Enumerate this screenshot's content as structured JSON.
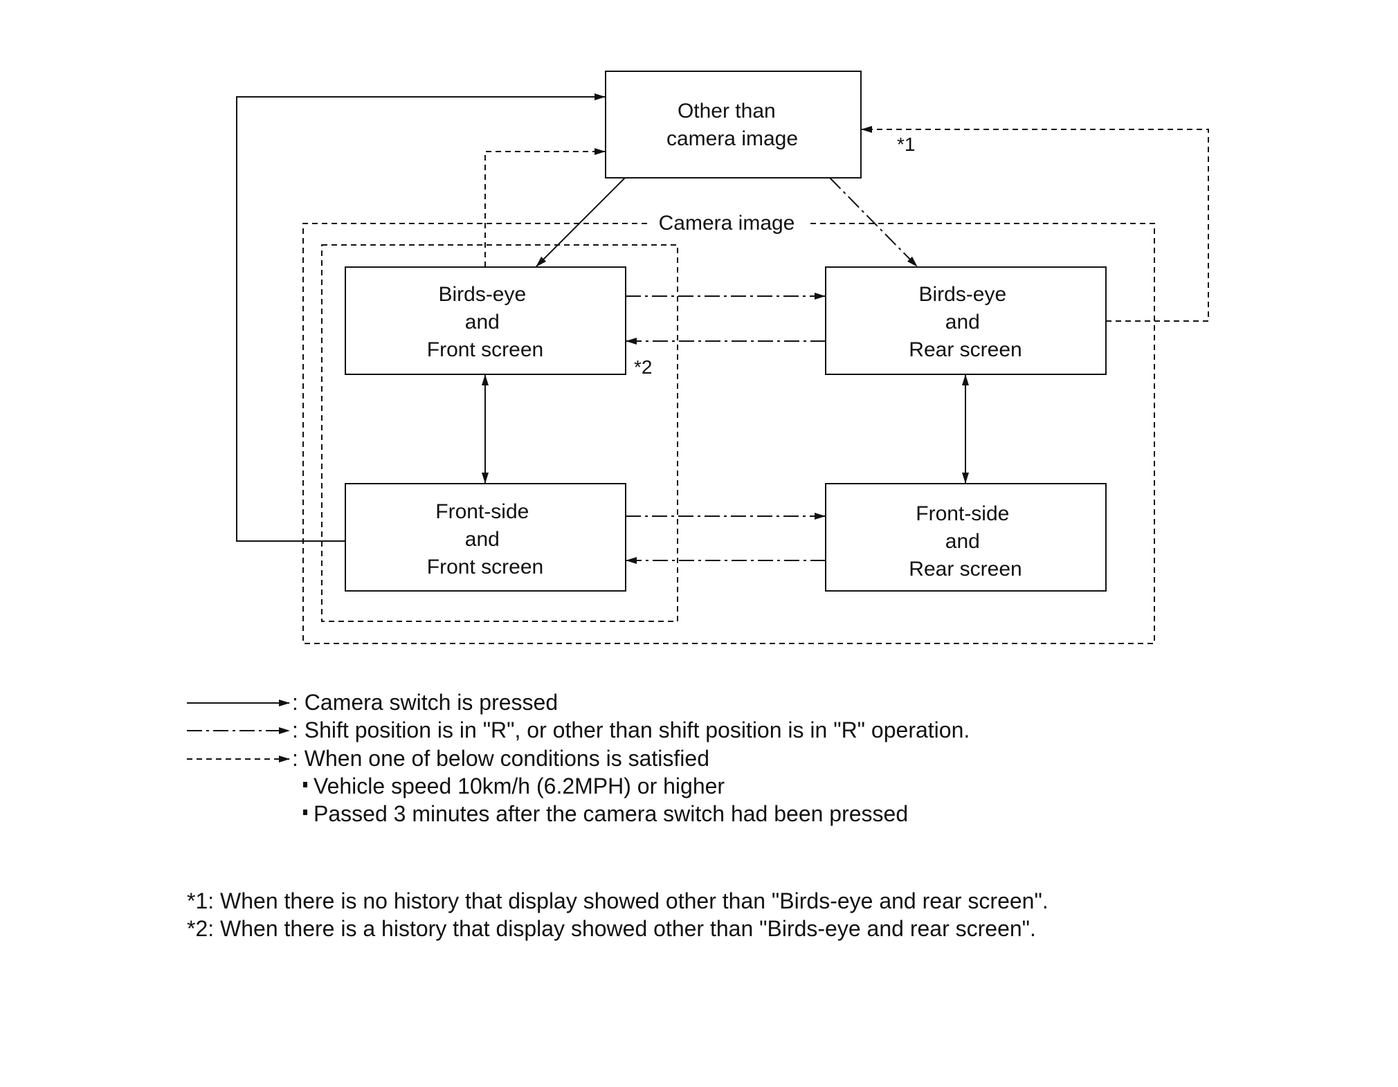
{
  "states": {
    "other": {
      "lines": [
        "Other than",
        "camera image"
      ]
    },
    "bf": {
      "lines": [
        "Birds-eye",
        "and",
        "Front screen"
      ]
    },
    "br": {
      "lines": [
        "Birds-eye",
        "and",
        "Rear screen"
      ]
    },
    "ff": {
      "lines": [
        "Front-side",
        "and",
        "Front screen"
      ]
    },
    "fr": {
      "lines": [
        "Front-side",
        "and",
        "Rear screen"
      ]
    }
  },
  "groups": {
    "camera_image": "Camera image"
  },
  "note_marks": {
    "star1": "*1",
    "star2": "*2"
  },
  "legend": {
    "solid": ": Camera switch is pressed",
    "dash_dot": ": Shift position is in \"R\", or other than shift position is in \"R\" operation.",
    "dashed": ": When one of below conditions is satisfied",
    "conditions": [
      "Vehicle speed 10km/h (6.2MPH) or higher",
      "Passed 3 minutes after the camera switch had been pressed"
    ]
  },
  "footnotes": [
    "*1: When there is no history that display showed other than \"Birds-eye and rear screen\".",
    "*2: When there is a history that display showed other than \"Birds-eye and rear screen\"."
  ]
}
